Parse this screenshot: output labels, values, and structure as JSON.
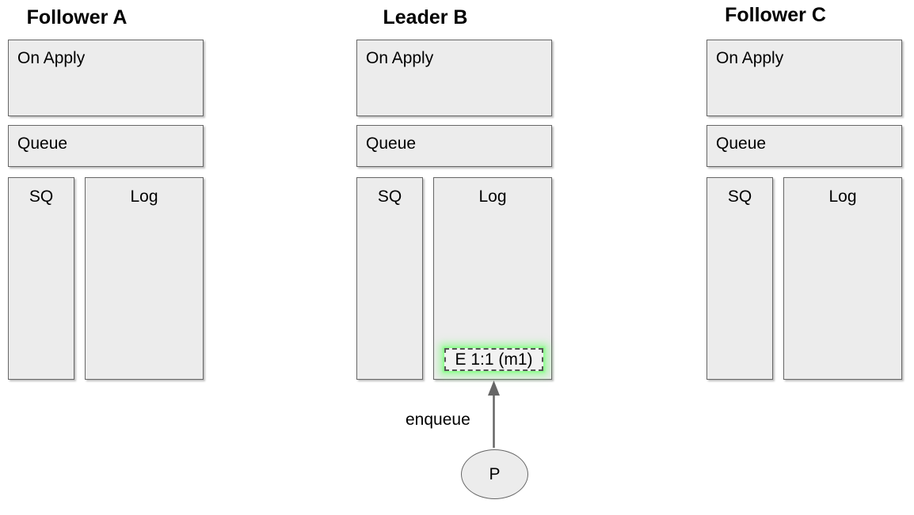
{
  "canvas": {
    "background": "#ffffff"
  },
  "colors": {
    "box_fill": "#ececec",
    "box_border": "#666666",
    "entry_fill": "#f2f2f2",
    "entry_border": "#555555",
    "entry_glow": "#64ff64",
    "arrow": "#666666",
    "text": "#000000"
  },
  "columns": [
    {
      "id": "follower-a",
      "title": "Follower A",
      "boxes": {
        "on_apply": "On Apply",
        "queue": "Queue",
        "sq": "SQ",
        "log": "Log"
      },
      "log_entries": []
    },
    {
      "id": "leader-b",
      "title": "Leader B",
      "boxes": {
        "on_apply": "On Apply",
        "queue": "Queue",
        "sq": "SQ",
        "log": "Log"
      },
      "log_entries": [
        {
          "label": "E 1:1 (m1)",
          "highlighted": true
        }
      ]
    },
    {
      "id": "follower-c",
      "title": "Follower C",
      "boxes": {
        "on_apply": "On Apply",
        "queue": "Queue",
        "sq": "SQ",
        "log": "Log"
      },
      "log_entries": []
    }
  ],
  "flow": {
    "producer_label": "P",
    "action_label": "enqueue"
  }
}
